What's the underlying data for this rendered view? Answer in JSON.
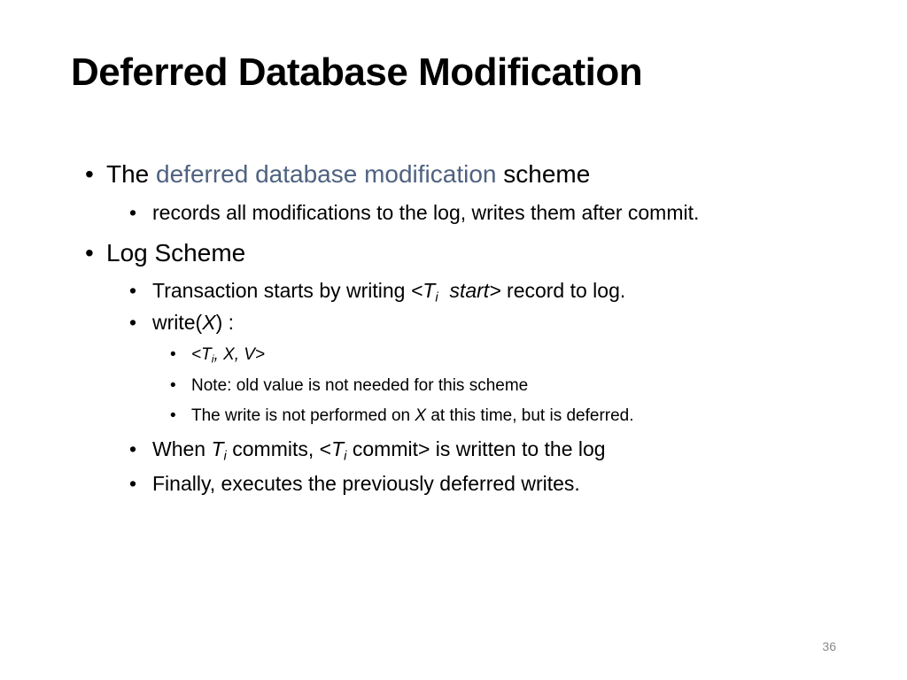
{
  "slide": {
    "title": "Deferred Database Modification",
    "page_number": "36"
  },
  "bullets": {
    "b1": {
      "prefix": "The ",
      "highlight": "deferred database modification",
      "suffix": " scheme",
      "sub1": "records all modifications to the log, writes them after commit."
    },
    "b2": {
      "label": "Log Scheme",
      "s1": {
        "pre": "Transaction starts by writing ",
        "lt": "<",
        "t": "T",
        "i": "i",
        "start": "start>",
        "post": " record to log."
      },
      "s2": {
        "pre": "write(",
        "x": "X",
        "post": ") :",
        "n1": {
          "lt": "<",
          "t": "T",
          "i": "i",
          "rest": ", X, V>"
        },
        "n2": "Note: old value is not needed for this scheme",
        "n3": {
          "pre": "The write is not performed on ",
          "x": "X",
          "post": " at this time, but is deferred."
        }
      },
      "s3": {
        "pre": "When ",
        "t": "T",
        "i": "i",
        "mid": " commits, <",
        "t2": "T",
        "i2": "i",
        "post": " commit> is written to the log"
      },
      "s4": "Finally, executes the previously deferred writes."
    },
    "marker": "•"
  }
}
